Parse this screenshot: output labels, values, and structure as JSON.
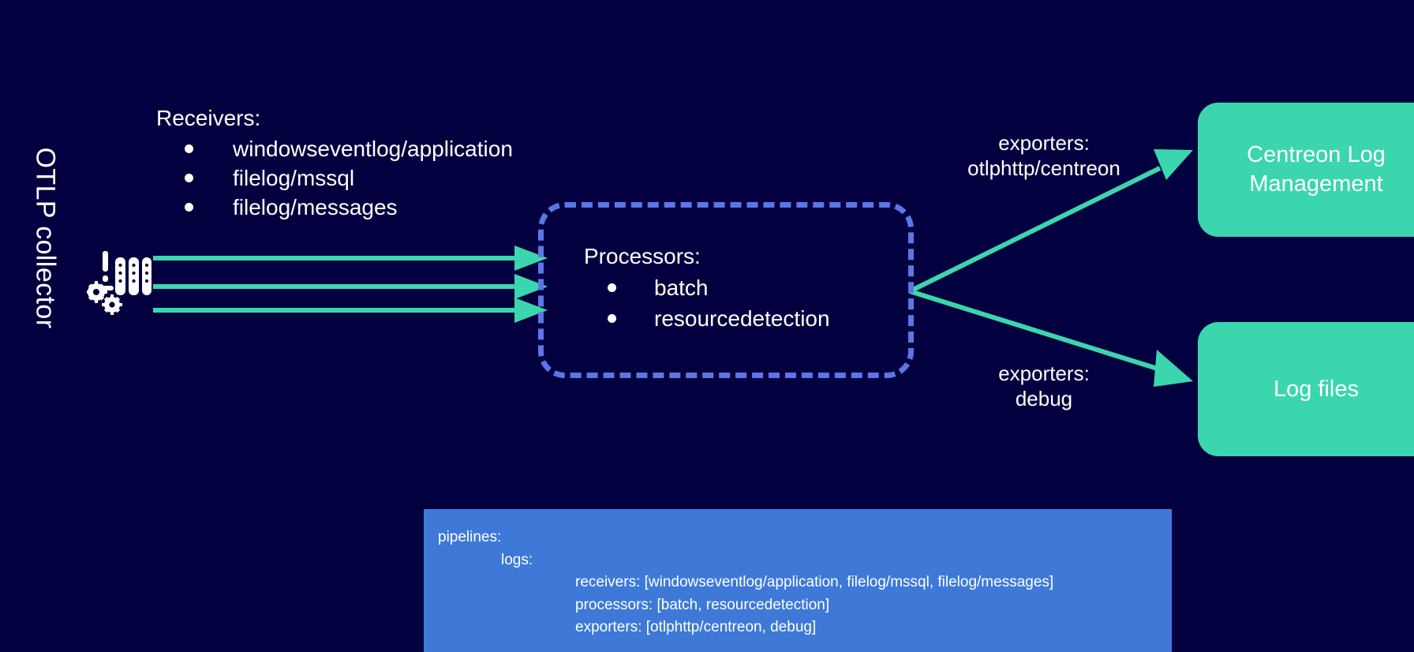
{
  "canvas": {
    "background_color": "#03003f",
    "accent_green": "#3bd6ae",
    "accent_blue": "#5c76e6",
    "panel_blue": "#3e79d8"
  },
  "collector": {
    "label": "OTLP collector",
    "icon": "server-rack-gears-icon"
  },
  "receivers": {
    "heading": "Receivers:",
    "items": [
      "windowseventlog/application",
      "filelog/mssql",
      "filelog/messages"
    ]
  },
  "processors": {
    "heading": "Processors:",
    "items": [
      "batch",
      "resourcedetection"
    ]
  },
  "exporters": [
    {
      "id": "centreon",
      "line1": "exporters:",
      "line2": "otlphttp/centreon",
      "destination": "Centreon Log Management"
    },
    {
      "id": "debug",
      "line1": "exporters:",
      "line2": "debug",
      "destination": "Log files"
    }
  ],
  "destinations": [
    {
      "id": "centreon-log-management",
      "label": "Centreon Log Management"
    },
    {
      "id": "log-files",
      "label": "Log files"
    }
  ],
  "config_panel": {
    "line1": "pipelines:",
    "line2": "logs:",
    "line3": "receivers: [windowseventlog/application, filelog/mssql, filelog/messages]",
    "line4": "processors: [batch, resourcedetection]",
    "line5": "exporters: [otlphttp/centreon, debug]"
  }
}
